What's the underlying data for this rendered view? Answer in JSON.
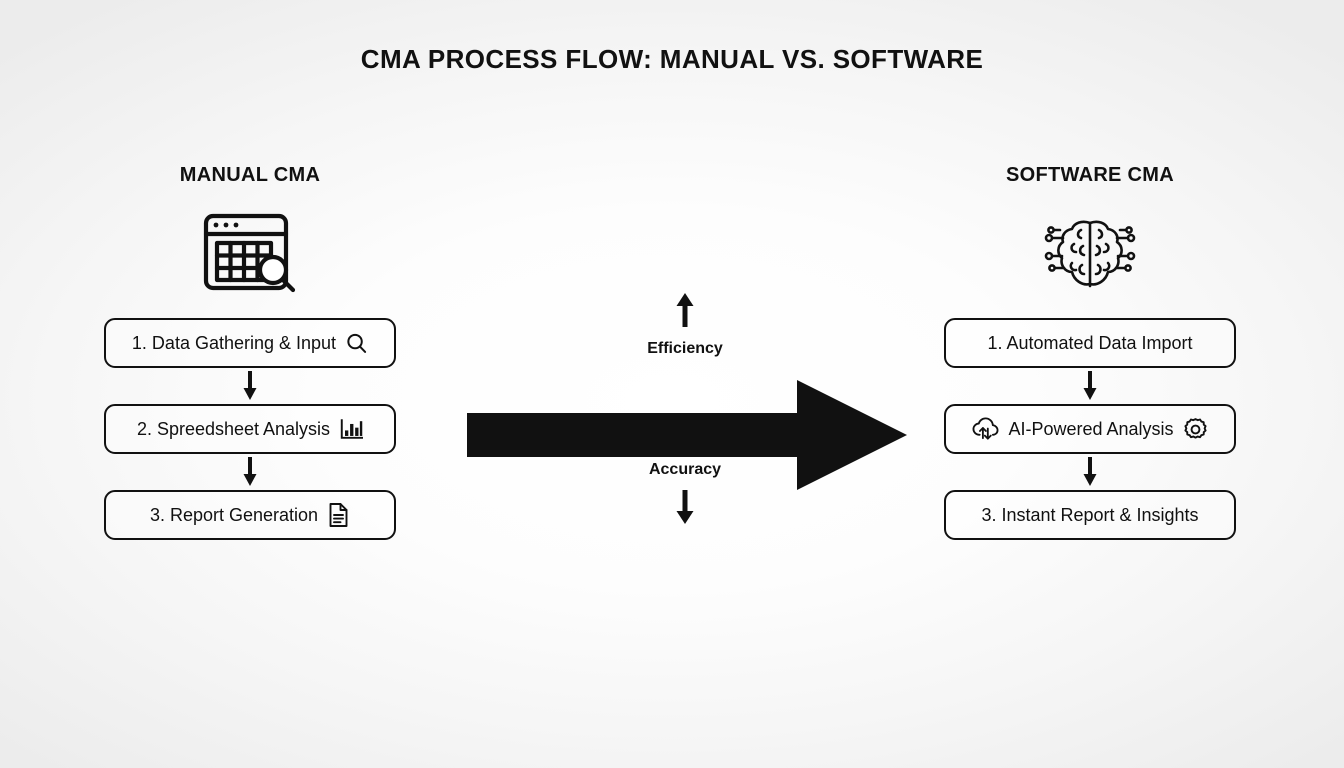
{
  "title": "CMA PROCESS FLOW: MANUAL VS. SOFTWARE",
  "theme": {
    "ink": "#111111",
    "background_edge": "#ececec",
    "background_center": "#ffffff"
  },
  "columns": {
    "left": {
      "heading": "MANUAL CMA",
      "header_icon": "spreadsheet-search-icon",
      "steps": [
        {
          "label": "1. Data Gathering & Input",
          "leading_icon": null,
          "trailing_icon": "magnifier-icon"
        },
        {
          "label": "2. Spreedsheet Analysis",
          "leading_icon": null,
          "trailing_icon": "bar-chart-icon"
        },
        {
          "label": "3. Report Generation",
          "leading_icon": null,
          "trailing_icon": "document-icon"
        }
      ]
    },
    "right": {
      "heading": "SOFTWARE CMA",
      "header_icon": "ai-brain-icon",
      "steps": [
        {
          "label": "1. Automated Data Import",
          "leading_icon": null,
          "trailing_icon": null
        },
        {
          "label": "AI-Powered Analysis",
          "leading_icon": "cloud-sync-icon",
          "trailing_icon": "gear-icon"
        },
        {
          "label": "3. Instant Report & Insights",
          "leading_icon": null,
          "trailing_icon": null
        }
      ]
    }
  },
  "center": {
    "efficiency_label": "Efficiency",
    "efficiency_direction": "up",
    "accuracy_label": "Accuracy",
    "accuracy_direction": "down",
    "transition_arrow": "right-arrow-manual-to-software"
  }
}
